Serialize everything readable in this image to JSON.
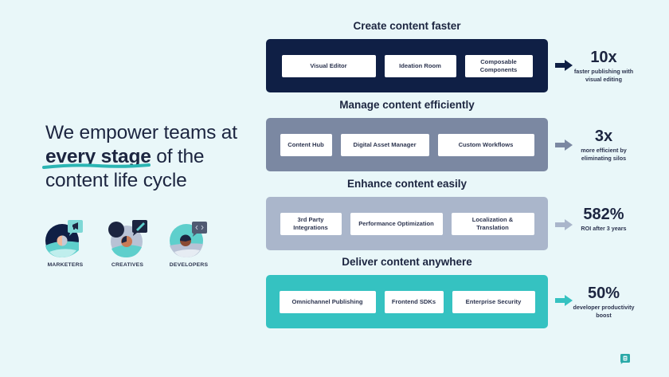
{
  "headline": {
    "before": "We empower teams at ",
    "highlight": "every stage",
    "after": " of the content life cycle"
  },
  "personas": [
    {
      "label": "MARKETERS",
      "icon": "megaphone-icon"
    },
    {
      "label": "CREATIVES",
      "icon": "pencil-icon"
    },
    {
      "label": "DEVELOPERS",
      "icon": "code-icon"
    }
  ],
  "stages": [
    {
      "title": "Create content faster",
      "color": "#0f1f45",
      "arrow_color": "#0f1f45",
      "items": [
        "Visual Editor",
        "Ideation Room",
        "Composable Components"
      ],
      "stat": {
        "value": "10x",
        "description": "faster publishing with visual editing"
      }
    },
    {
      "title": "Manage content efficiently",
      "color": "#7b88a2",
      "arrow_color": "#7b88a2",
      "items": [
        "Content Hub",
        "Digital Asset Manager",
        "Custom Workflows"
      ],
      "stat": {
        "value": "3x",
        "description": "more efficient by eliminating silos"
      }
    },
    {
      "title": "Enhance content easily",
      "color": "#aab6cb",
      "arrow_color": "#aab6cb",
      "items": [
        "3rd Party Integrations",
        "Performance Optimization",
        "Localization & Translation"
      ],
      "stat": {
        "value": "582%",
        "description": "ROI after 3 years"
      }
    },
    {
      "title": "Deliver content anywhere",
      "color": "#35c2c1",
      "arrow_color": "#35c2c1",
      "items": [
        "Omnichannel Publishing",
        "Frontend SDKs",
        "Enterprise Security"
      ],
      "stat": {
        "value": "50%",
        "description": "developer productivity boost"
      }
    }
  ],
  "brand_icon": "brand-logo-icon"
}
